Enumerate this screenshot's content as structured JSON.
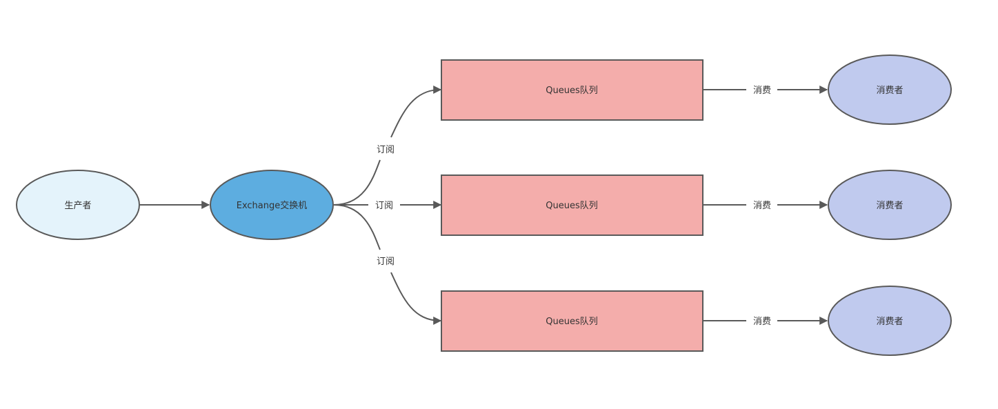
{
  "diagram": {
    "producer": {
      "label": "生产者",
      "fill": "#e4f3fb"
    },
    "exchange": {
      "label": "Exchange交换机",
      "fill": "#5dade0"
    },
    "queues": [
      {
        "label": "Queues队列",
        "fill": "#f4adab"
      },
      {
        "label": "Queues队列",
        "fill": "#f4adab"
      },
      {
        "label": "Queues队列",
        "fill": "#f4adab"
      }
    ],
    "consumers": [
      {
        "label": "消费者",
        "fill": "#c0caee"
      },
      {
        "label": "消费者",
        "fill": "#c0caee"
      },
      {
        "label": "消费者",
        "fill": "#c0caee"
      }
    ],
    "edges": {
      "subscribe_labels": [
        "订阅",
        "订阅",
        "订阅"
      ],
      "consume_labels": [
        "消费",
        "消费",
        "消费"
      ]
    },
    "colors": {
      "stroke": "#595959",
      "text": "#333333"
    }
  }
}
